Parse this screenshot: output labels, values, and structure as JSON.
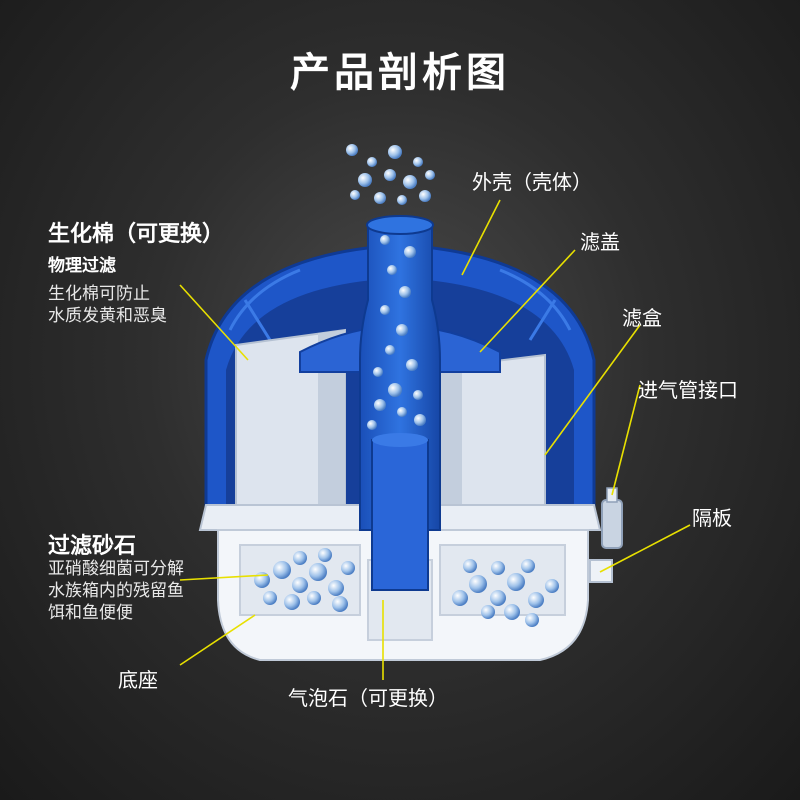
{
  "title": "产品剖析图",
  "labels": {
    "shell": "外壳（壳体）",
    "lid": "滤盖",
    "box": "滤盒",
    "air_inlet": "进气管接口",
    "partition": "隔板",
    "cotton": "生化棉（可更换）",
    "cotton_sub": "物理过滤",
    "cotton_desc_1": "生化棉可防止",
    "cotton_desc_2": "水质发黄和恶臭",
    "sand": "过滤砂石",
    "sand_desc_1": "亚硝酸细菌可分解",
    "sand_desc_2": "水族箱内的残留鱼",
    "sand_desc_3": "饵和鱼便便",
    "base": "底座",
    "airstone": "气泡石（可更换）"
  },
  "colors": {
    "shell_blue": "#1e5bd0",
    "foam_white": "#dfe6ef",
    "pointer_line": "#e8e000"
  }
}
